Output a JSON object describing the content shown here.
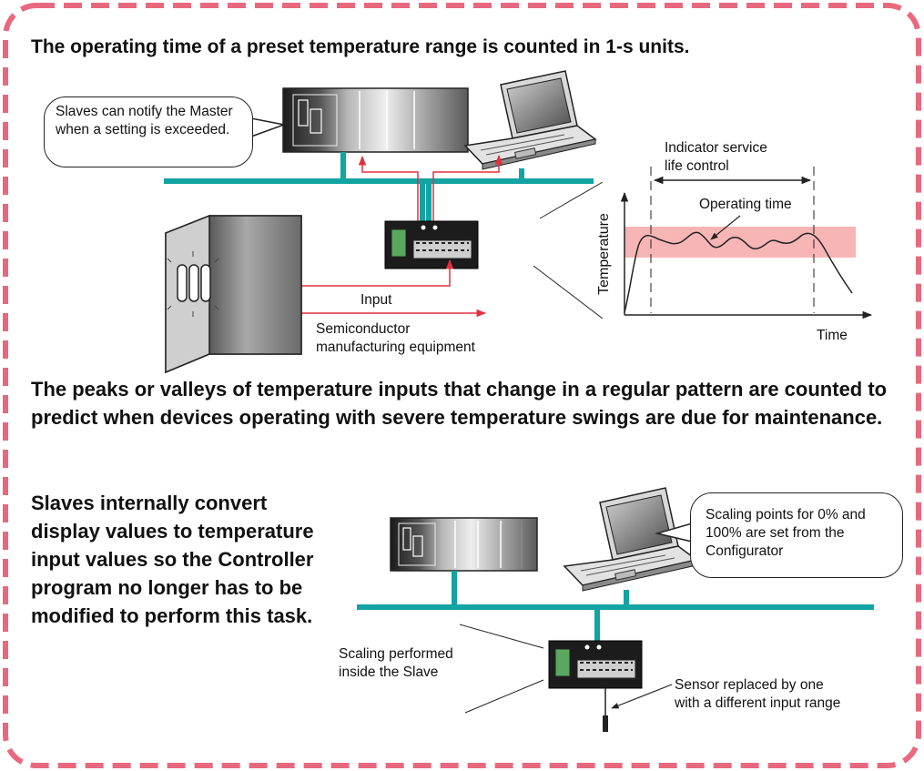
{
  "headings": {
    "operating_time": "The operating time of a preset temperature range is counted in 1-s units.",
    "peaks_valleys": "The peaks or valleys of temperature inputs that change in a regular pattern are counted to predict when devices operating with severe temperature swings are due for maintenance.",
    "scaling": "Slaves internally convert display values to temperature input values so the Controller program no longer has to be modified to perform this task."
  },
  "callouts": {
    "notify_master": "Slaves can notify the Master when a setting is exceeded.",
    "scaling_points": "Scaling points for 0% and 100% are set from the Configurator"
  },
  "labels": {
    "input": "Input",
    "equipment_line1": "Semiconductor",
    "equipment_line2": "manufacturing equipment",
    "indicator_line1": "Indicator service",
    "indicator_line2": "life control",
    "operating_time": "Operating time",
    "temperature_axis": "Temperature",
    "time_axis": "Time",
    "scaling_line1": "Scaling performed",
    "scaling_line2": "inside the Slave",
    "sensor_line1": "Sensor replaced by one",
    "sensor_line2": "with a different input range"
  },
  "colors": {
    "frame_dashes": "#e8697e",
    "network_bus": "#12a3a3",
    "signal_arrows": "#e3303e",
    "temperature_band": "#f7b5b5"
  }
}
